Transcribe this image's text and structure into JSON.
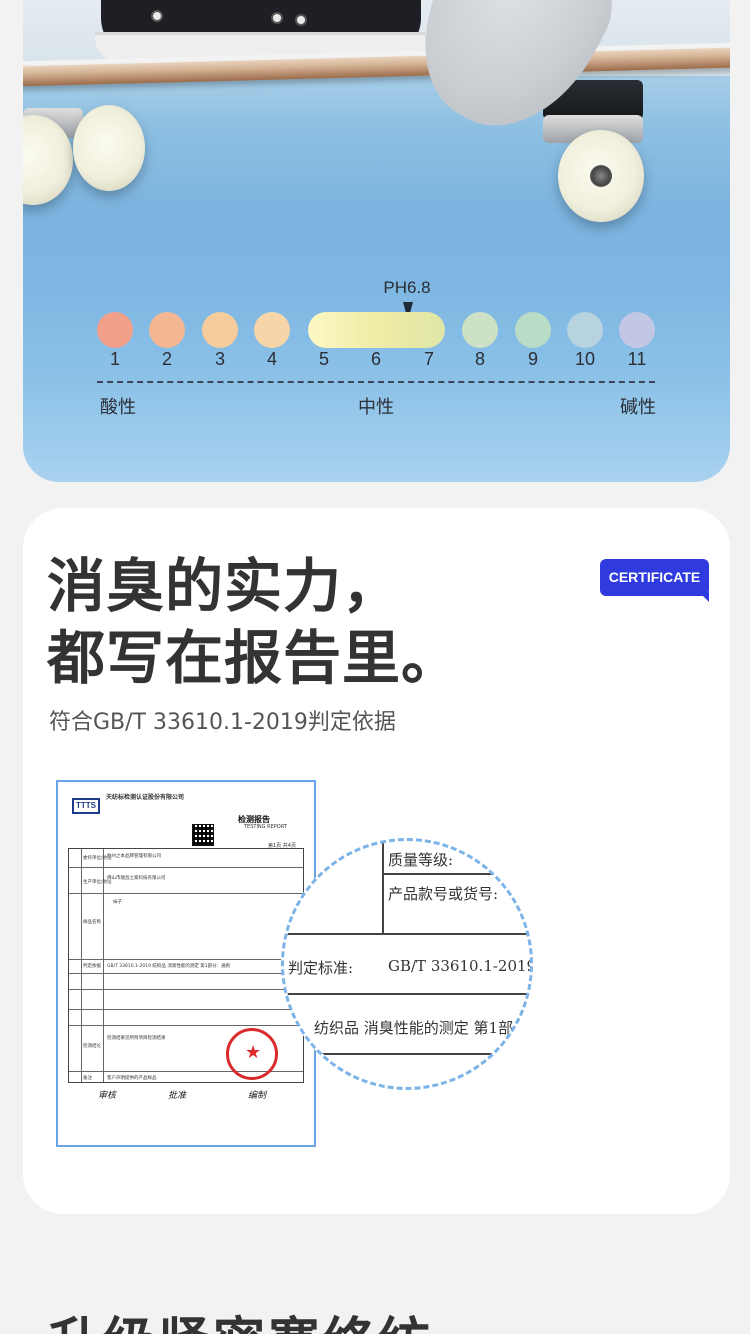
{
  "ph_scale": {
    "pointer_label": "PH6.8",
    "numbers": [
      "1",
      "2",
      "3",
      "4",
      "5",
      "6",
      "7",
      "8",
      "9",
      "10",
      "11"
    ],
    "labels": {
      "acid": "酸性",
      "neutral": "中性",
      "alkaline": "碱性"
    },
    "dot_colors": [
      "#f3a08a",
      "#f5b791",
      "#f7cc9c",
      "#f6d6a8",
      "#e2e6bd",
      "#bfe3c7",
      "#b9dcd9",
      "#c4c8e8"
    ]
  },
  "certificate_card": {
    "headline_line1": "消臭的实力，",
    "headline_line2": "都写在报告里。",
    "subline": "符合GB/T 33610.1-2019判定依据",
    "badge": "CERTIFICATE",
    "report": {
      "logo": "TTTS",
      "company": "天纺标检测认证股份有限公司",
      "title": "检测报告",
      "title_en": "TESTING REPORT",
      "page": "第1页  共4页",
      "rows": [
        {
          "label": "委托单位/地址",
          "value": "杭州之本品牌管理有限公司"
        },
        {
          "label": "生产单位/地址",
          "value": "佛山市顺昌之家科技有限公司"
        },
        {
          "label": "样品名称",
          "value": "袜子"
        },
        {
          "label": "判定依据",
          "value": "GB/T 33610.1-2019 纺织品 消臭性能的测定 第1部分：通则"
        },
        {
          "label": "检测结论",
          "value": "检测结果见所附项目检测结果"
        },
        {
          "label": "备注",
          "value": "客户声明提供的产品样品"
        }
      ],
      "signatures": [
        "审核",
        "批准",
        "编制"
      ]
    },
    "magnifier": {
      "line1": "质量等级:",
      "line2": "产品款号或货号:",
      "line3_label": "判定标准:",
      "line3_value": "GB/T 33610.1-2019",
      "line4": "纺织品 消臭性能的测定 第1部"
    }
  },
  "bottom_heading": "升级紧密寨终纺"
}
